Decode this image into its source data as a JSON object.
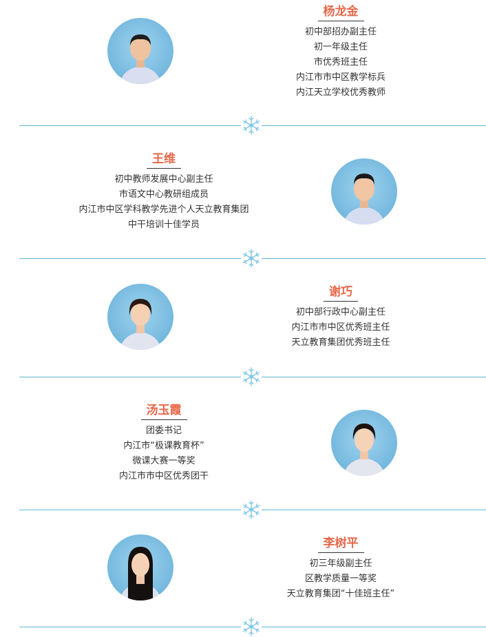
{
  "theme": {
    "name_color": "#e8694a",
    "divider_color": "#5cb8d6",
    "avatar_bg": "#7fbfe3"
  },
  "profiles": [
    {
      "name": "杨龙金",
      "lines": [
        "初中部招办副主任",
        "初一年级主任",
        "市优秀班主任",
        "内江市市中区教学标兵",
        "内江天立学校优秀教师"
      ]
    },
    {
      "name": "王维",
      "lines": [
        "初中教师发展中心副主任",
        "市语文中心教研组成员",
        "内江市中区学科教学先进个人天立教育集团",
        "中干培训十佳学员"
      ]
    },
    {
      "name": "谢巧",
      "lines": [
        "初中部行政中心副主任",
        "内江市市中区优秀班主任",
        "天立教育集团优秀班主任"
      ]
    },
    {
      "name": "汤玉霞",
      "lines": [
        "团委书记",
        "内江市“极课教育杯”",
        "微课大赛一等奖",
        "内江市市中区优秀团干"
      ]
    },
    {
      "name": "李树平",
      "lines": [
        "初三年级副主任",
        "区教学质量一等奖",
        "天立教育集团“十佳班主任”"
      ]
    }
  ]
}
